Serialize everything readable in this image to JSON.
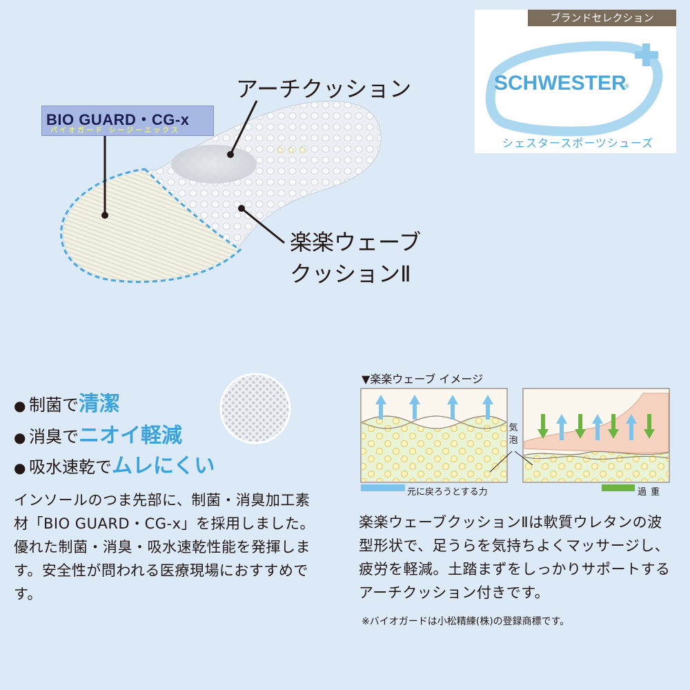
{
  "brand": {
    "tag": "ブランドセレクション",
    "name": "SCHWESTER",
    "reg": "®",
    "sub": "シェスタースポーツシューズ",
    "color": "#4aa6dc"
  },
  "insole": {
    "bio_guard_title": "BIO GUARD・CG-x",
    "bio_guard_kana": "バイオガード シージーエックス",
    "arch_label": "アーチクッション",
    "wave_label_line1": "楽楽ウェーブ",
    "wave_label_line2": "クッションⅡ"
  },
  "features": [
    {
      "prefix": "制菌で",
      "highlight": "清潔"
    },
    {
      "prefix": "消臭で",
      "highlight": "ニオイ軽減"
    },
    {
      "prefix": "吸水速乾で",
      "highlight": "ムレにくい"
    }
  ],
  "bullet": "●",
  "left_body": "インソールのつま先部に、制菌・消臭加工素材「BIO GUARD・CG-x」を採用しました。優れた制菌・消臭・吸水速乾性能を発揮します。安全性が問われる医療現場におすすめです。",
  "wave_image": {
    "title": "▼楽楽ウェーブ イメージ",
    "bubble_label": "気泡",
    "legend_up": "元に戻ろうとする力",
    "legend_down": "過重",
    "up_color": "#7ec3ec",
    "down_color": "#6db33f"
  },
  "right_body": "楽楽ウェーブクッションⅡは軟質ウレタンの波型形状で、足うらを気持ちよくマッサージし、疲労を軽減。土踏まずをしっかりサポートするアーチクッション付きです。",
  "footnote": "※バイオガードは小松精練(株)の登録商標です。",
  "colors": {
    "background": "#dce9f6",
    "highlight": "#3aa3dc",
    "text": "#231815",
    "brand_tag_bg": "#7b6c5c"
  }
}
